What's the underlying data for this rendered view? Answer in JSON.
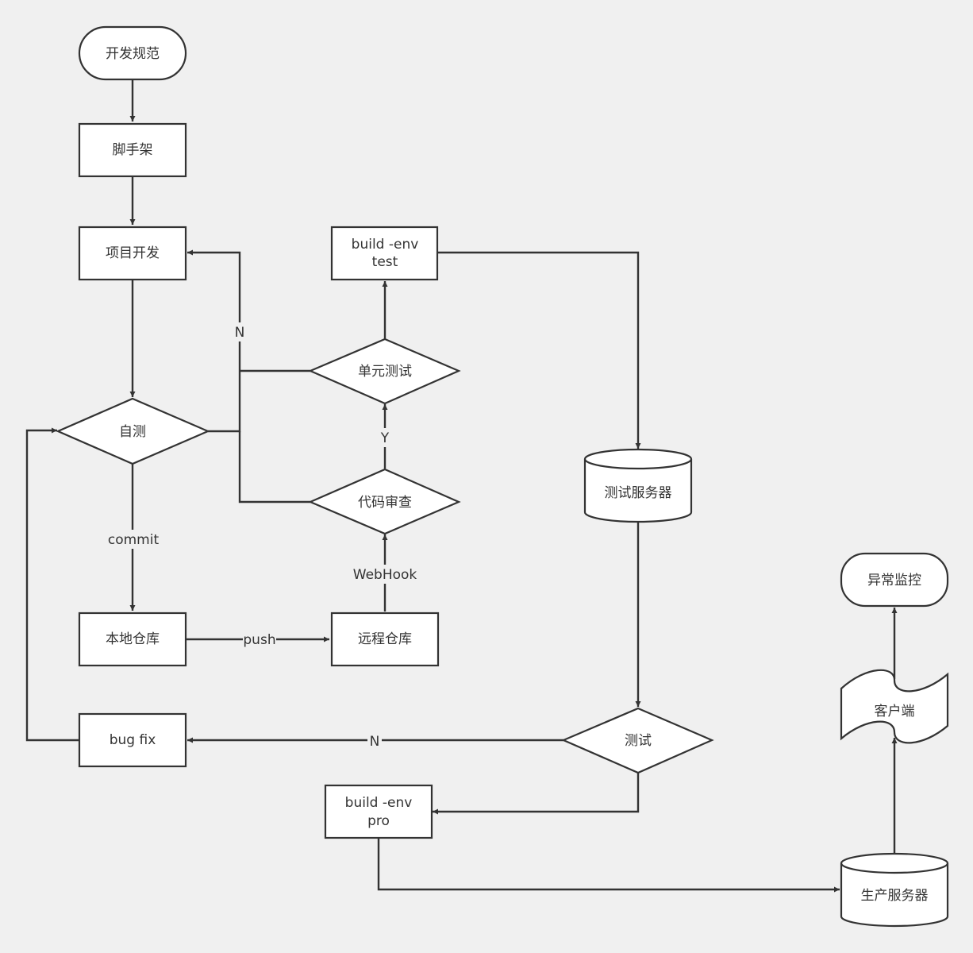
{
  "colors": {
    "background": "#f0f0f0",
    "stroke": "#333333",
    "node_fill": "#ffffff"
  },
  "nodes": {
    "dev_standard": "开发规范",
    "scaffold": "脚手架",
    "project_dev": "项目开发",
    "self_test": "自测",
    "local_repo": "本地仓库",
    "remote_repo": "远程仓库",
    "code_review": "代码审查",
    "unit_test": "单元测试",
    "build_test": [
      "build -env",
      "test"
    ],
    "test_server": "测试服务器",
    "test": "测试",
    "bug_fix": "bug fix",
    "build_pro": [
      "build -env",
      "pro"
    ],
    "prod_server": "生产服务器",
    "client": "客户端",
    "monitor": "异常监控"
  },
  "edge_labels": {
    "commit": "commit",
    "push": "push",
    "webhook": "WebHook",
    "review_yes": "Y",
    "review_no": "N",
    "test_fail": "N"
  }
}
